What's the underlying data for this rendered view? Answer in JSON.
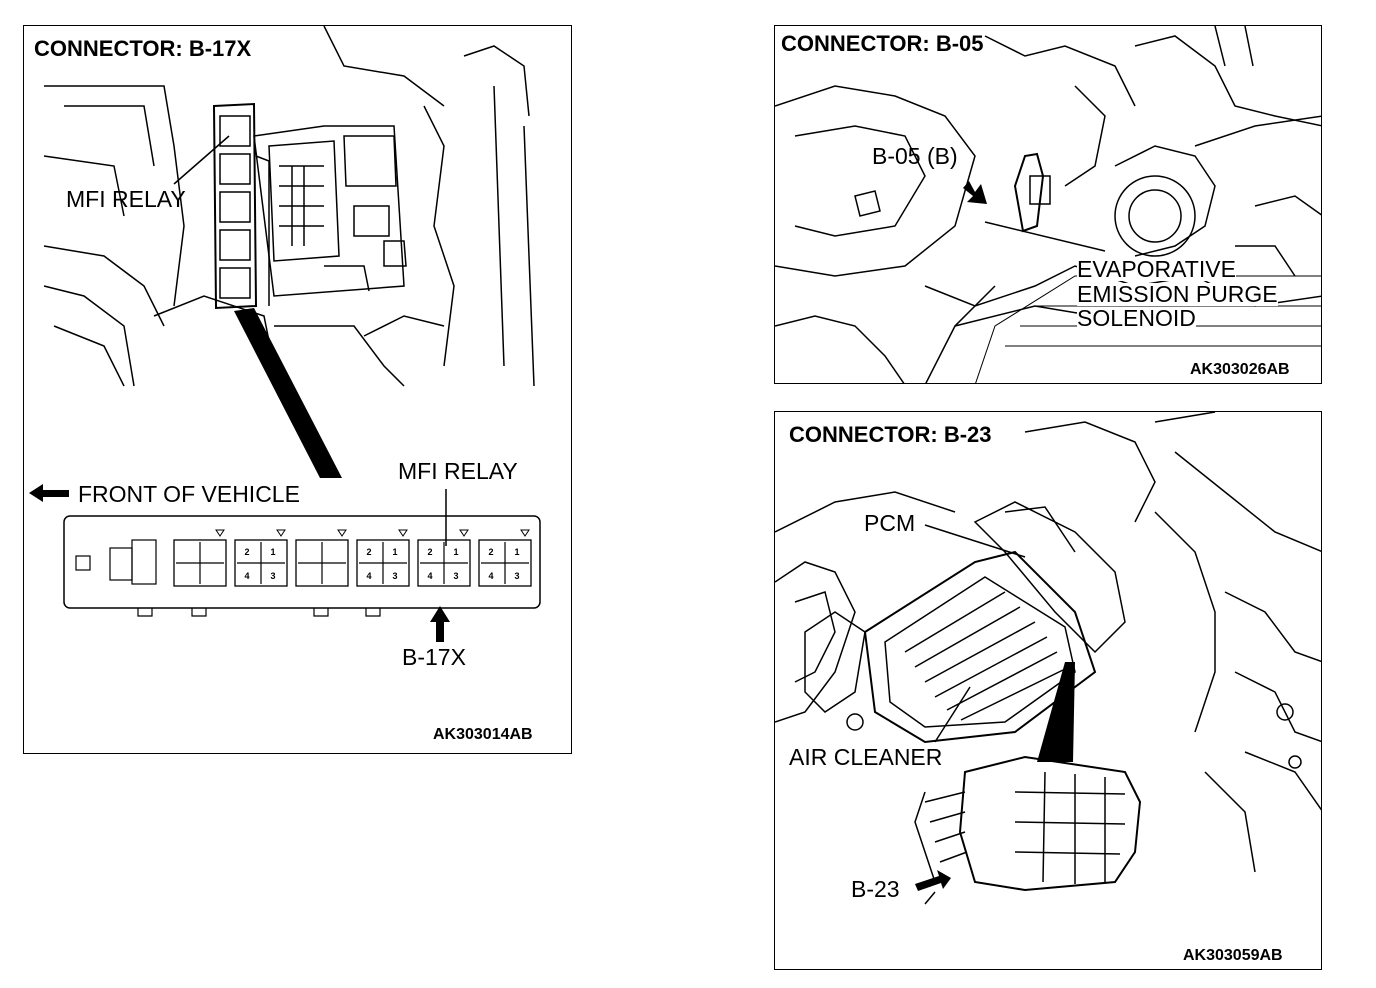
{
  "panels": [
    {
      "title": "CONNECTOR: B-17X",
      "image_code": "AK303014AB",
      "labels": {
        "mfi_relay_top": "MFI RELAY",
        "front_of_vehicle": "FRONT OF VEHICLE",
        "mfi_relay_detail": "MFI RELAY",
        "connector": "B-17X"
      },
      "relay_pins": [
        "2",
        "1",
        "4",
        "3"
      ]
    },
    {
      "title": "CONNECTOR: B-05",
      "image_code": "AK303026AB",
      "labels": {
        "connector": "B-05 (B)",
        "component_line1": "EVAPORATIVE",
        "component_line2": "EMISSION PURGE",
        "component_line3": "SOLENOID"
      }
    },
    {
      "title": "CONNECTOR: B-23",
      "image_code": "AK303059AB",
      "labels": {
        "pcm": "PCM",
        "air_cleaner": "AIR CLEANER",
        "connector": "B-23"
      }
    }
  ]
}
